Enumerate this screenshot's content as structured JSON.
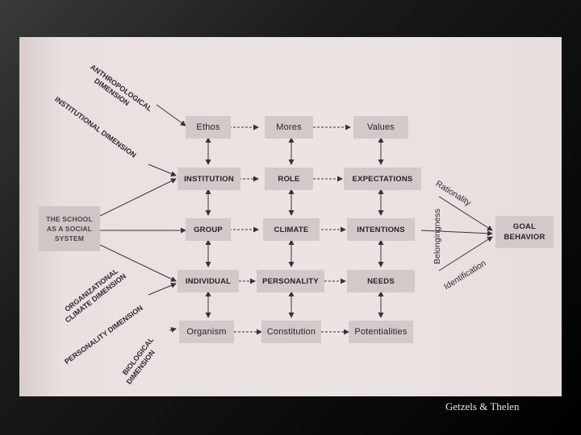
{
  "nodes": {
    "ethos": "Ethos",
    "mores": "Mores",
    "values": "Values",
    "institution": "INSTITUTION",
    "role": "ROLE",
    "expectations": "EXPECTATIONS",
    "group": "GROUP",
    "climate": "CLIMATE",
    "intentions": "INTENTIONS",
    "individual": "INDIVIDUAL",
    "personality": "PERSONALITY",
    "needs": "NEEDS",
    "organism": "Organism",
    "constitution": "Constitution",
    "potentialities": "Potentialities",
    "school_line1": "THE SCHOOL",
    "school_line2": "AS A SOCIAL",
    "school_line3": "SYSTEM",
    "goal_line1": "GOAL",
    "goal_line2": "BEHAVIOR"
  },
  "dimensions": {
    "anthropological_line1": "ANTHROPOLOGICAL",
    "anthropological_line2": "DIMENSION",
    "institutional": "INSTITUTIONAL DIMENSION",
    "organizational_line1": "ORGANIZATIONAL",
    "organizational_line2": "CLIMATE DIMENSION",
    "personality": "PERSONALITY DIMENSION",
    "biological_line1": "BIOLOGICAL",
    "biological_line2": "DIMENSION"
  },
  "labels": {
    "rationality": "Rationality",
    "belongingness": "Belongingness",
    "identification": "Identification"
  },
  "credit": "Getzels & Thelen"
}
